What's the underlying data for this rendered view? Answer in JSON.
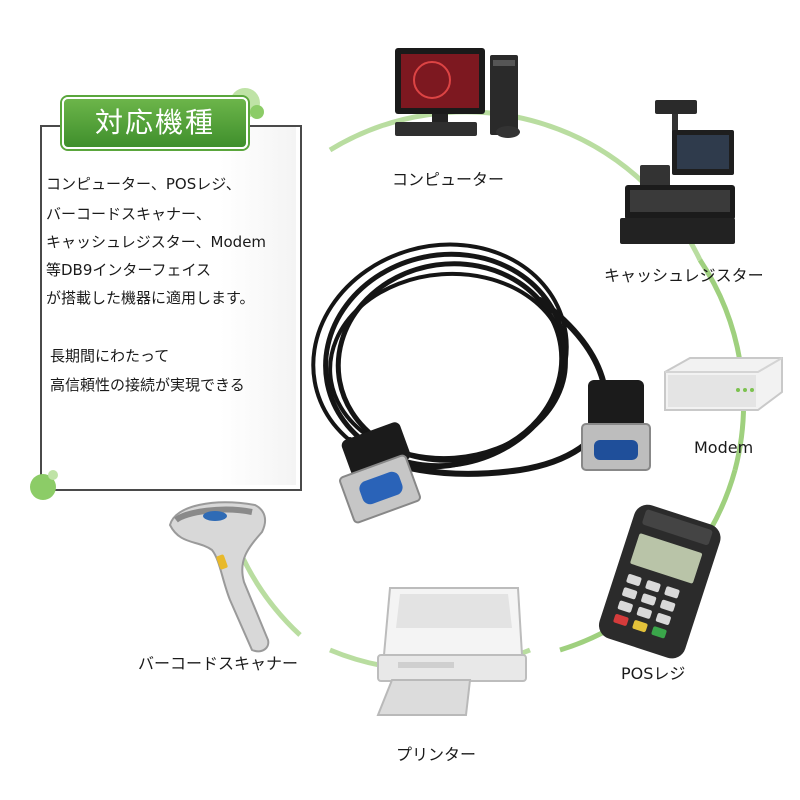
{
  "panel": {
    "title": "対応機種",
    "lines": [
      "コンピューター、POSレジ、",
      "バーコードスキャナー、",
      "キャッシュレジスター、Modem",
      "等DB9インターフェイス",
      "が搭載した機器に適用します。"
    ],
    "lines2": [
      "長期間にわたって",
      "高信頼性の接続が実現できる"
    ]
  },
  "devices": {
    "computer": "コンピューター",
    "cash_register": "キャッシュレジスター",
    "modem": "Modem",
    "pos": "POSレジ",
    "printer": "プリンター",
    "barcode": "バーコードスキャナー"
  },
  "colors": {
    "ring": "#a8d48a",
    "badge": "#4f9e35",
    "dot_green": "#7fc05a"
  }
}
